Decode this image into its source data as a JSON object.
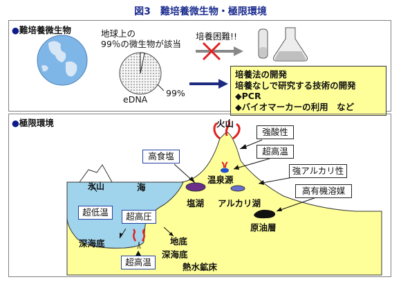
{
  "title": "図3　難培養微生物・極限環境",
  "panel_top": {
    "heading": "難培養微生物",
    "statement_line1": "地球上の",
    "statement_line2": "99％の微生物が該当",
    "pie_label_left": "eDNA",
    "pie_label_right": "99%",
    "difficulty_label": "培養困難!!",
    "development": {
      "line1": "培養法の開発",
      "line2": "培養なしで研究する技術の開発",
      "item1": "◆PCR",
      "item2": "◆バイオマーカーの利用　など"
    }
  },
  "panel_bottom": {
    "heading": "極限環境",
    "labels": {
      "volcano": "火山",
      "strong_acid": "強酸性",
      "ultra_high_temp_top": "超高温",
      "strong_alkaline": "強アルカリ性",
      "high_organic_solvent": "高有機溶媒",
      "hot_spring": "温泉源",
      "high_salt": "高食塩",
      "salt_lake": "塩湖",
      "alkaline_lake": "アルカリ湖",
      "oil_layer": "原油層",
      "iceberg": "氷山",
      "sea": "海",
      "ultra_low_temp": "超低温",
      "ultra_high_pressure": "超高圧",
      "deep_sea_floor_left": "深海底",
      "deep_sea_floor_bottom": "深海底",
      "underground": "地底",
      "ultra_high_temp_bottom": "超高温",
      "hydrothermal_deposit": "熱水鉱床"
    }
  }
}
